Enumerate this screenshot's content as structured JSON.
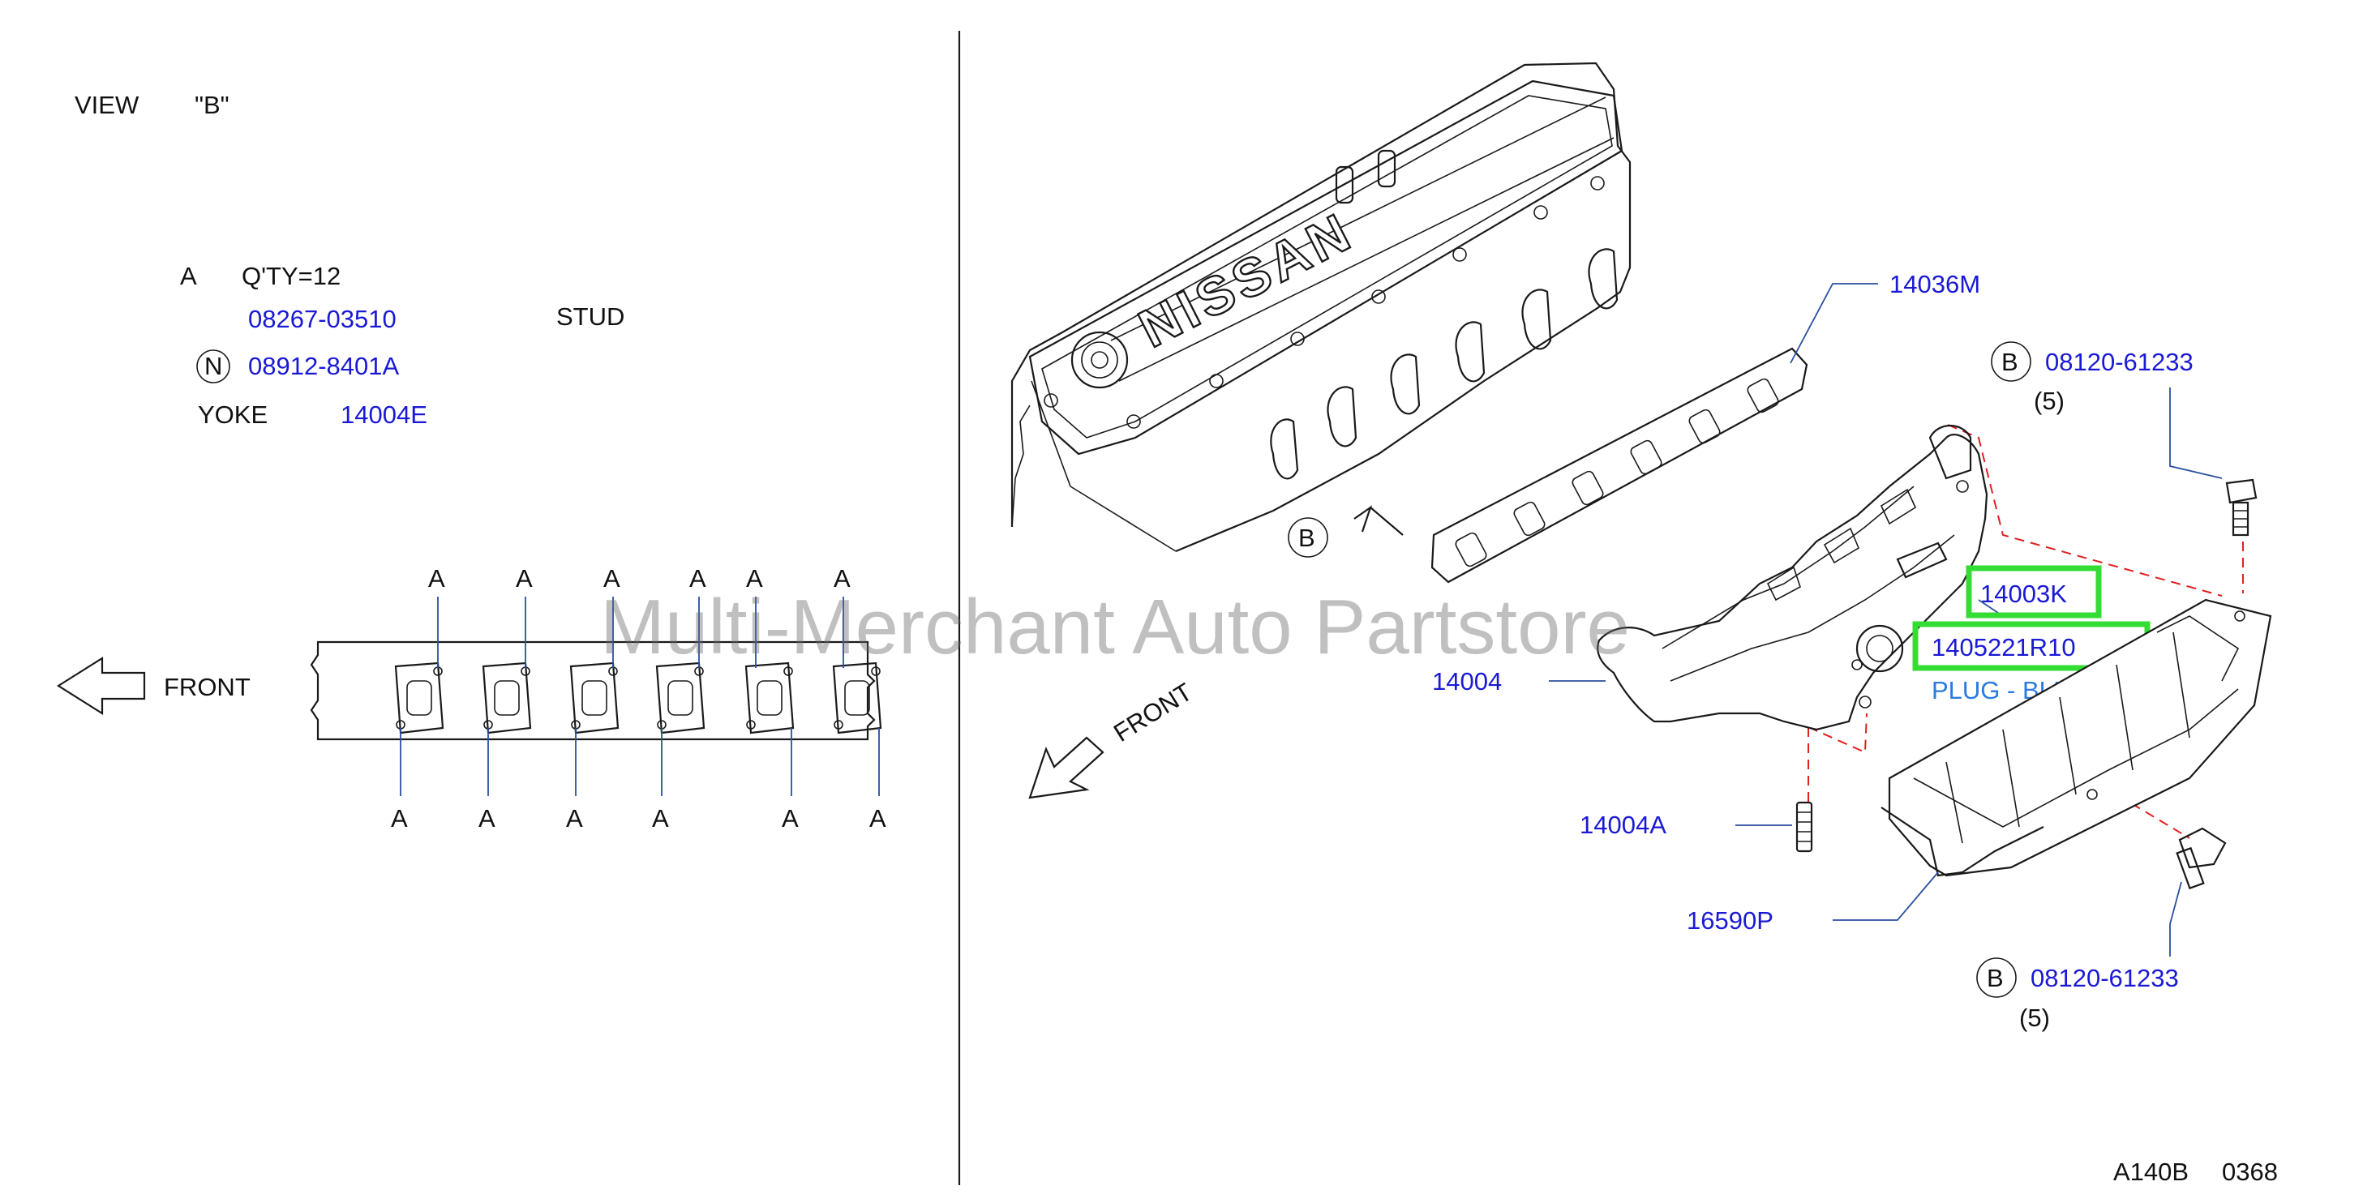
{
  "view_b": {
    "title": "VIEW",
    "view_letter": "\"B\"",
    "qty_letter": "A",
    "qty": "Q'TY=12",
    "stud_part": "08267-03510",
    "stud_label": "STUD",
    "n_symbol": "N",
    "nut_part": "08912-8401A",
    "yoke_label": "YOKE",
    "yoke_part": "14004E",
    "front_label": "FRONT",
    "top_markers": [
      "A",
      "A",
      "A",
      "A",
      "A",
      "A"
    ],
    "bottom_markers": [
      "A",
      "A",
      "A",
      "A",
      "A",
      "A"
    ]
  },
  "main": {
    "cover_brand": "NISSAN",
    "view_marker": "B",
    "front_label": "FRONT",
    "callouts": {
      "gasket": "14036M",
      "bolt_top_symbol": "B",
      "bolt_top_part": "08120-61233",
      "bolt_top_qty": "(5)",
      "plug_part": "14003K",
      "blind_part": "1405221R10",
      "blind_desc": "PLUG - BLIND",
      "manifold": "14004",
      "stud": "14004A",
      "heat_cover": "16590P",
      "bolt_bottom_symbol": "B",
      "bolt_bottom_part": "08120-61233",
      "bolt_bottom_qty": "(5)"
    }
  },
  "watermark": "Multi-Merchant Auto Partstore",
  "diagram_code": "A140B",
  "diagram_number": "0368",
  "colors": {
    "part_number": "#1a1ad6",
    "description_link": "#2a7ae0",
    "highlight": "#33dd33",
    "leader": "#2a4fa0",
    "assembly_dash": "#e02020"
  }
}
